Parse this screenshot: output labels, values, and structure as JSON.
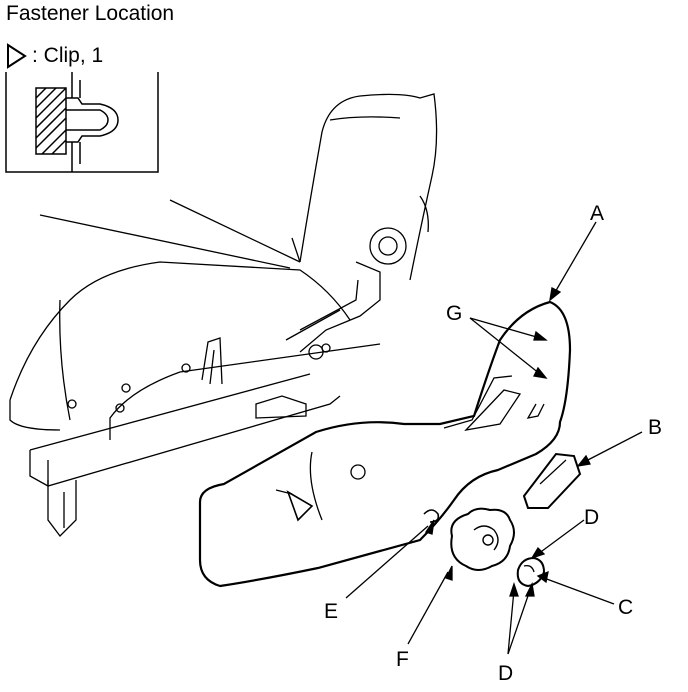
{
  "header": {
    "title": "Fastener Location",
    "legend_text": ": Clip, 1",
    "legend_symbol": "triangle-icon"
  },
  "callouts": {
    "A": "A",
    "B": "B",
    "C": "C",
    "D_top": "D",
    "D_bottom": "D",
    "E": "E",
    "F": "F",
    "G": "G"
  },
  "colors": {
    "line": "#000000",
    "background": "#ffffff"
  }
}
